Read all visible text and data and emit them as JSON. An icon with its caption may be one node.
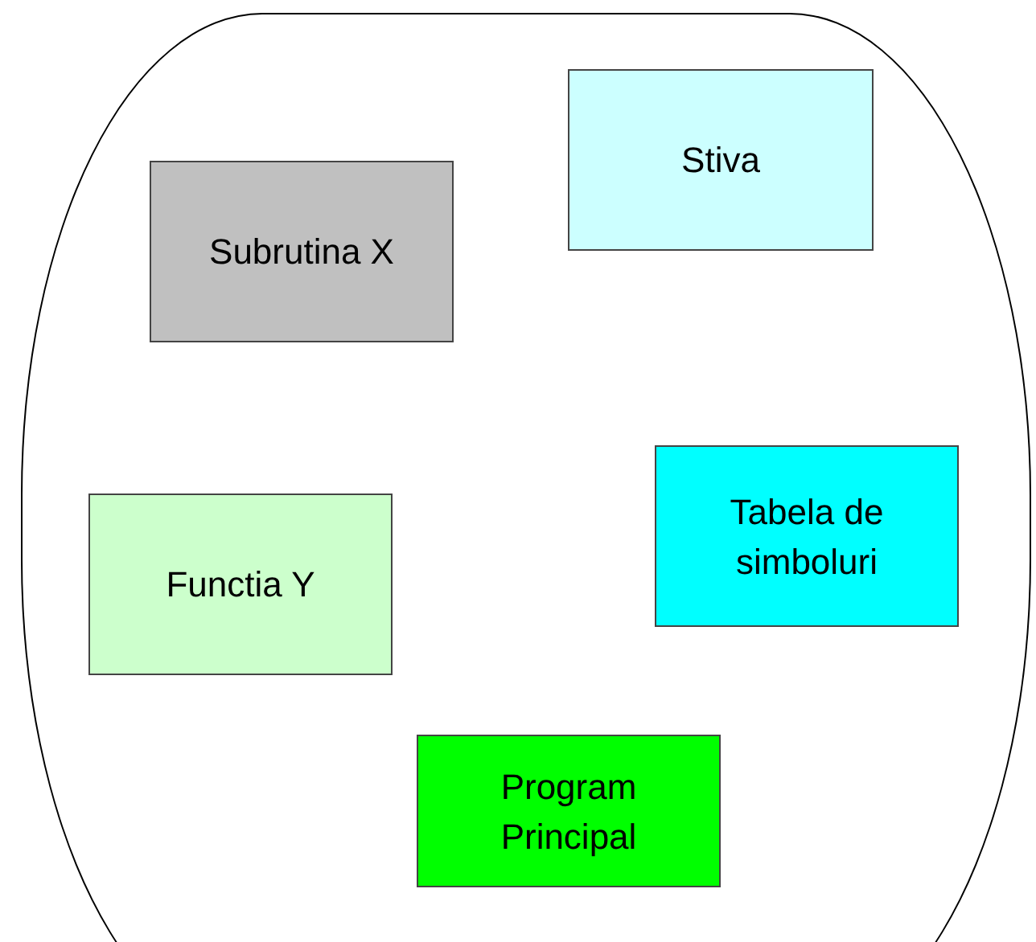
{
  "diagram": {
    "nodes": [
      {
        "text": [],
        "shape": "box"
      },
      {
        "text": [
          "Stiva"
        ],
        "in": 0
      },
      {
        "text": [
          "Subrutina X"
        ],
        "in": 0
      },
      {
        "text": [
          "Tabela de simboluri"
        ],
        "in": 0
      },
      {
        "text": [
          "Functia Y"
        ],
        "in": 0
      },
      {
        "text": [
          "Program Principal"
        ],
        "in": 0
      }
    ]
  }
}
